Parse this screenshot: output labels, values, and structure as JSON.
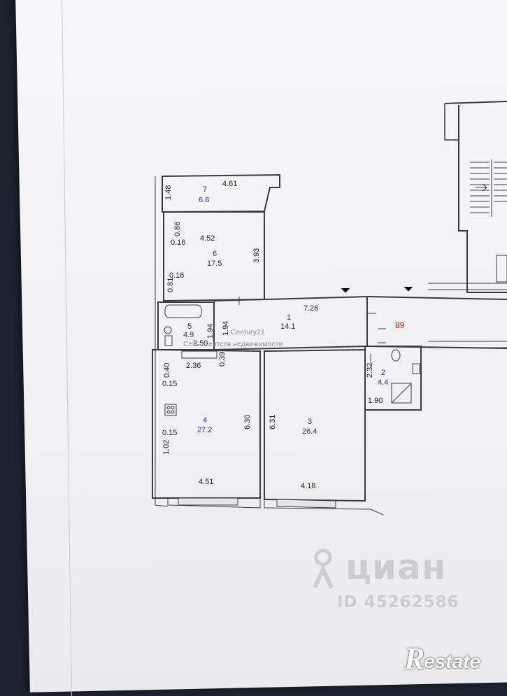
{
  "rooms": [
    {
      "id": "7",
      "area": "6.8"
    },
    {
      "id": "6",
      "area": "17.5"
    },
    {
      "id": "5",
      "area": "4.9"
    },
    {
      "id": "1",
      "area": "14.1"
    },
    {
      "id": "4",
      "area": "27.2"
    },
    {
      "id": "3",
      "area": "26.4"
    },
    {
      "id": "2",
      "area": "4.4"
    }
  ],
  "dimensions": {
    "d_148": "1.48",
    "d_461": "4.61",
    "d_086": "0.86",
    "d_452": "4.52",
    "d_016a": "0.16",
    "d_393": "3.93",
    "d_016b": "0.16",
    "d_081": "0.81",
    "d_194a": "1.94",
    "d_194b": "1.94",
    "d_726": "7.26",
    "d_250": "2.50",
    "d_236": "2.36",
    "d_039": "0.39",
    "d_040": "0.40",
    "d_015a": "0.15",
    "d_630": "6.30",
    "d_631": "6.31",
    "d_015b": "0.15",
    "d_102": "1.02",
    "d_451": "4.51",
    "d_418": "4.18",
    "d_232": "2.32",
    "d_190": "1.90"
  },
  "red_marker": "89",
  "watermark": {
    "brand": "Century21",
    "agency_line": "Сеть агентств недвижимости",
    "cian_word": "циан",
    "cian_id": "ID 45262586",
    "restate_first": "R",
    "restate_rest": "estate"
  },
  "colors": {
    "wall": "#3a3a44",
    "dimension_text": "#222222",
    "room_number": "#2c2c8c",
    "marker_red": "#b02020",
    "watermark_grey": "#c8c8ce"
  }
}
